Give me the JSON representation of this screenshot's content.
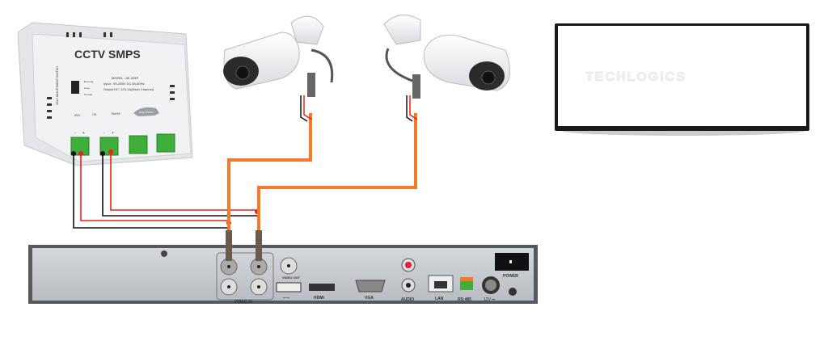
{
  "smps": {
    "title": "CCTV SMPS",
    "model": "MODEL : AE-404P",
    "input": "Input : 90-265V DC,50-60Hz",
    "output": "Output DC; 12V-1A(Each Channel)",
    "switch_labels": [
      "Ex-Long",
      "Long",
      "Normal"
    ],
    "side_label": "VOLT ADJUSTMENT SWITCH",
    "certs": [
      "ISO",
      "CE",
      "RoHS"
    ],
    "badge": "MAKE IN INDIA",
    "terminal_polarity": [
      "-",
      "+"
    ]
  },
  "tv": {
    "watermark": "TECHLOGICS"
  },
  "dvr": {
    "ports": {
      "video_in": "VIDEO IN",
      "video_out": "VIDEO OUT",
      "usb": "⭠⭢",
      "hdmi": "HDMI",
      "vga": "VGA",
      "audio": "AUDIO",
      "lan": "LAN",
      "rs485": "RS-485",
      "power_in": "12V ⎓",
      "power": "POWER"
    }
  },
  "colors": {
    "coax": "#f47a2a",
    "positive": "#e8221c",
    "negative": "#111111",
    "terminal": "#3fae3a",
    "dvr_panel": "#c9cdd3"
  }
}
